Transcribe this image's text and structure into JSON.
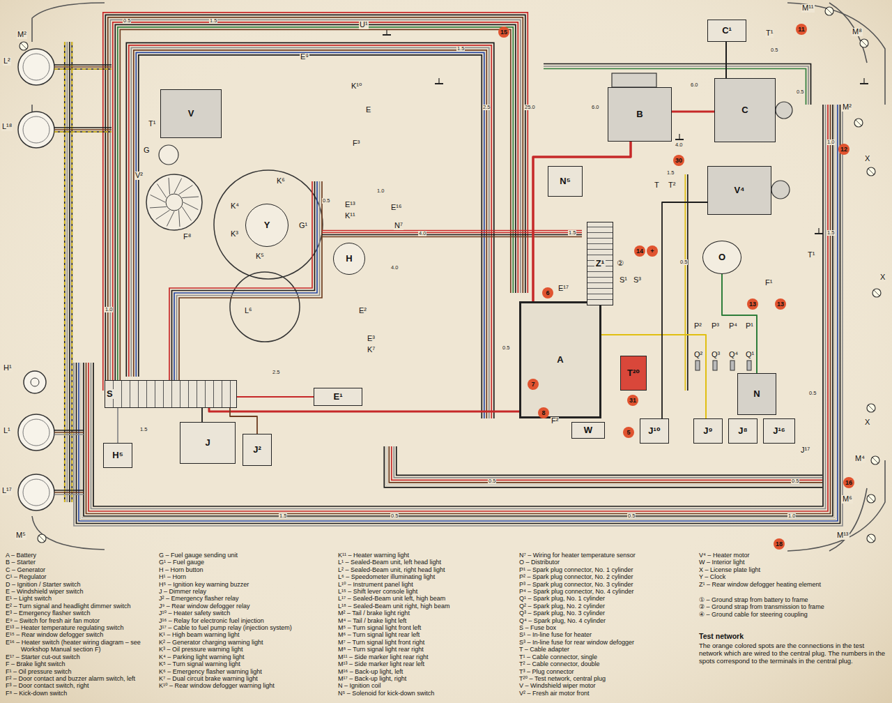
{
  "diagram": {
    "nodes": [
      {
        "text": [
          "B"
        ]
      },
      {
        "text": [
          "C"
        ]
      },
      {
        "text": [
          "C¹"
        ]
      },
      {
        "text": [
          "A"
        ]
      },
      {
        "text": [
          "S"
        ]
      },
      {
        "text": [
          "J"
        ]
      },
      {
        "text": [
          "J²"
        ]
      },
      {
        "text": [
          "E¹"
        ]
      },
      {
        "text": [
          "V"
        ]
      },
      {
        "text": [
          "Y"
        ]
      },
      {
        "text": [
          "H"
        ]
      },
      {
        "text": [
          "N"
        ]
      },
      {
        "text": [
          "O"
        ]
      },
      {
        "text": [
          "J¹⁰"
        ]
      },
      {
        "text": [
          "J⁹"
        ]
      },
      {
        "text": [
          "J⁸"
        ]
      },
      {
        "text": [
          "J¹⁶"
        ]
      },
      {
        "text": [
          "V⁴"
        ]
      },
      {
        "text": [
          "Z¹"
        ]
      },
      {
        "text": [
          "W"
        ]
      },
      {
        "text": [
          "T²⁰"
        ]
      },
      {
        "text": [
          "H⁵"
        ]
      },
      {
        "text": [
          "N⁵"
        ]
      }
    ],
    "edges": [
      {
        "from": 3,
        "to": 0,
        "arrow": "none"
      },
      {
        "from": 0,
        "to": 1,
        "arrow": "none"
      },
      {
        "from": 1,
        "to": 2,
        "arrow": "none"
      },
      {
        "from": 3,
        "to": 4,
        "arrow": "none"
      },
      {
        "from": 4,
        "to": 5,
        "arrow": "none"
      },
      {
        "from": 11,
        "to": 12,
        "arrow": "none"
      },
      {
        "from": 7,
        "to": 4,
        "arrow": "none"
      },
      {
        "from": 6,
        "to": 4,
        "arrow": "none"
      },
      {
        "from": 21,
        "to": 4,
        "arrow": "none"
      },
      {
        "from": 18,
        "to": 14,
        "arrow": "none"
      },
      {
        "from": 13,
        "to": 17,
        "arrow": "none"
      }
    ],
    "labels": [
      "M²",
      "L²",
      "L¹⁸",
      "H¹",
      "L¹",
      "L¹⁷",
      "M⁵",
      "M¹¹",
      "M⁸",
      "M²",
      "X",
      "X",
      "X",
      "M⁴",
      "M⁶",
      "M¹³",
      "G",
      "T¹",
      "V²",
      "F⁸",
      "K⁶",
      "K⁴",
      "K³",
      "K⁵",
      "G¹",
      "L⁶",
      "E⁹",
      "U¹",
      "E",
      "K¹⁰",
      "E¹³",
      "K¹¹",
      "N⁷",
      "E¹⁶",
      "F³",
      "E¹⁷",
      "E²",
      "E³",
      "K⁷",
      "F²",
      "F¹",
      "T¹",
      "T",
      "T²",
      "T¹",
      "P²",
      "P³",
      "P⁴",
      "P¹",
      "Q²",
      "Q³",
      "Q⁴",
      "Q¹",
      "S¹",
      "S³",
      "J¹⁷",
      "②",
      "15",
      "11",
      "12",
      "30",
      "14",
      "+",
      "6",
      "7",
      "8",
      "5",
      "13",
      "13",
      "31",
      "16",
      "18",
      "0.5",
      "1.5",
      "2.5",
      "25.0",
      "6.0",
      "4.0",
      "6.0",
      "0.5",
      "1.5",
      "0.5",
      "1.0",
      "1.5",
      "0.5",
      "0.5",
      "0.5",
      "0.5",
      "1.5",
      "0.5",
      "1.0",
      "1.5",
      "2.5",
      "4.0",
      "4.0",
      "1.0",
      "0.5",
      "1.5",
      "1.5",
      "0.5",
      "0.5",
      "1.0",
      "A – Battery",
      "B – Starter",
      "C – Generator",
      "C¹ – Regulator",
      "D – Ignition / Starter switch",
      "E – Windshield wiper switch",
      "E¹ – Light switch",
      "E² – Turn signal and headlight dimmer switch",
      "E³ – Emergency flasher switch",
      "E⁹ – Switch for fresh air fan motor",
      "E¹³ – Heater temperature regulating switch",
      "E¹⁵ – Rear window defogger switch",
      "E¹⁶ – Heater switch (heater wiring diagram – see Workshop Manual section F)",
      "E¹⁷ – Starter cut-out switch",
      "F – Brake light switch",
      "F¹ – Oil pressure switch",
      "F² – Door contact and buzzer alarm switch, left",
      "F³ – Door contact switch, right",
      "F⁸ – Kick-down switch",
      "G – Fuel gauge sending unit",
      "G¹ – Fuel gauge",
      "H – Horn button",
      "H¹ – Horn",
      "H⁵ – Ignition key warning buzzer",
      "J – Dimmer relay",
      "J² – Emergency flasher relay",
      "J⁹ – Rear window defogger relay",
      "J¹⁰ – Heater safety switch",
      "J¹⁶ – Relay for electronic fuel injection",
      "J¹⁷ – Cable to fuel pump relay (injection system)",
      "K¹ – High beam warning light",
      "K² – Generator charging warning light",
      "K³ – Oil pressure warning light",
      "K⁴ – Parking light warning light",
      "K⁵ – Turn signal warning light",
      "K⁶ – Emergency flasher warning light",
      "K⁷ – Dual circuit brake warning light",
      "K¹⁰ – Rear window defogger warning light",
      "K¹¹ – Heater warning light",
      "L¹ – Sealed-Beam unit, left head light",
      "L² – Sealed-Beam unit, right head light",
      "L⁶ – Speedometer illuminating light",
      "L¹⁰ – Instrument panel light",
      "L¹⁵ – Shift lever console light",
      "L¹⁷ – Sealed-Beam unit left, high beam",
      "L¹⁸ – Sealed-Beam unit right, high beam",
      "M² – Tail / brake light right",
      "M⁴ – Tail / brake light left",
      "M⁵ – Turn signal light front left",
      "M⁶ – Turn signal light rear left",
      "M⁷ – Turn signal light front right",
      "M⁸ – Turn signal light rear right",
      "M¹¹ – Side marker light rear right",
      "M¹³ – Side marker light rear left",
      "M¹⁶ – Back-up light, left",
      "M¹⁷ – Back-up light, right",
      "N – Ignition coil",
      "N⁵ – Solenoid for kick-down switch",
      "N⁷ – Wiring for heater temperature sensor",
      "O – Distributor",
      "P¹ – Spark plug connector, No. 1 cylinder",
      "P² – Spark plug connector, No. 2 cylinder",
      "P³ – Spark plug connector, No. 3 cylinder",
      "P⁴ – Spark plug connector, No. 4 cylinder",
      "Q¹ – Spark plug, No. 1 cylinder",
      "Q² – Spark plug, No. 2 cylinder",
      "Q³ – Spark plug, No. 3 cylinder",
      "Q⁴ – Spark plug, No. 4 cylinder",
      "S – Fuse box",
      "S¹ – In-line fuse for heater",
      "S³ – In-line fuse for rear window defogger",
      "T – Cable adapter",
      "T¹ – Cable connector, single",
      "T² – Cable connector, double",
      "T³ – Plug connector",
      "T²⁰ – Test network, central plug",
      "V – Windshield wiper motor",
      "V² – Fresh air motor front",
      "V⁴ – Heater motor",
      "W – Interior light",
      "X – License plate light",
      "Y – Clock",
      "Z¹ – Rear window defogger heating element",
      "① – Ground strap from battery to frame",
      "② – Ground strap from transmission to frame",
      "④ – Ground cable for steering coupling",
      "Test network",
      "The orange colored spots are the connections in the test network which are wired to the central plug. The numbers in the spots correspond to the terminals in the central plug."
    ]
  }
}
